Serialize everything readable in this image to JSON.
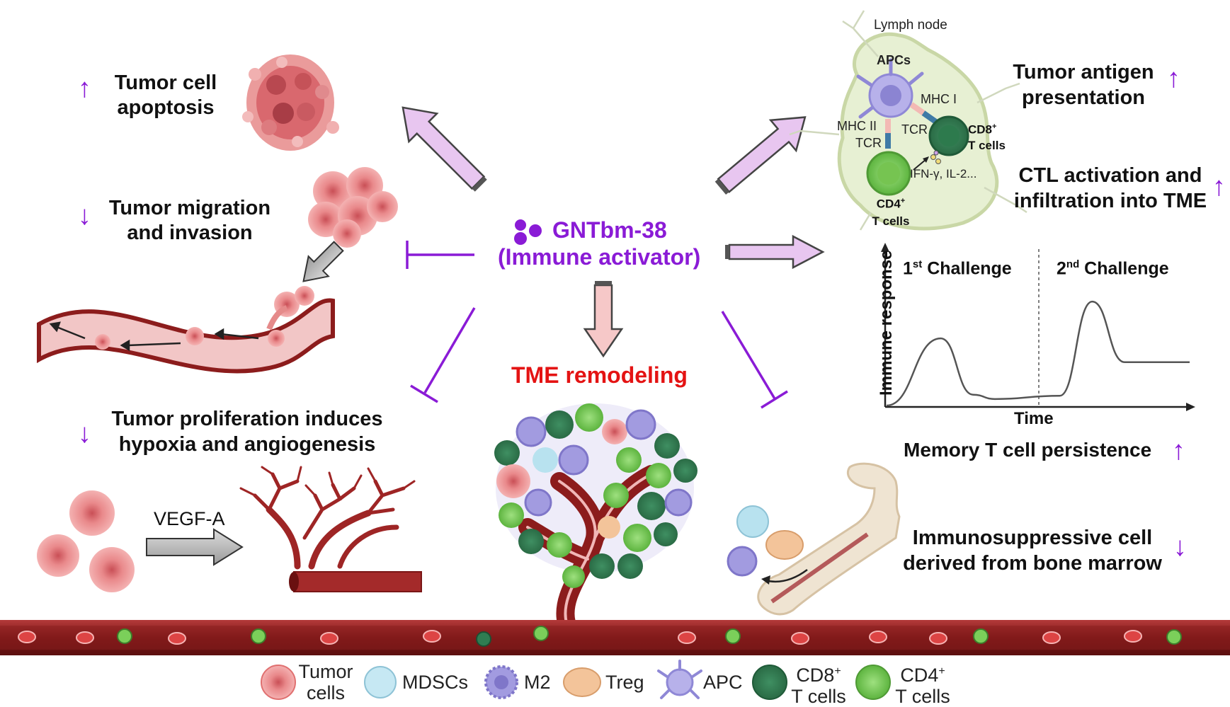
{
  "center": {
    "title": "GNTbm-38",
    "subtitle": "(Immune activator)"
  },
  "tme": {
    "label": "TME remodeling"
  },
  "left": {
    "apoptosis": {
      "line1": "Tumor cell",
      "line2": "apoptosis"
    },
    "migration": {
      "line1": "Tumor migration",
      "line2": "and invasion"
    },
    "proliferation": {
      "line1": "Tumor proliferation induces",
      "line2": "hypoxia and angiogenesis"
    },
    "vegf": "VEGF-A"
  },
  "lymph": {
    "title": "Lymph node",
    "apcs": "APCs",
    "mhc1": "MHC I",
    "mhc2": "MHC II",
    "tcr_left": "TCR",
    "tcr_right": "TCR",
    "cd8_line1": "CD8",
    "cd8_sup": "+",
    "cd8_line2": "T cells",
    "cd4_line1": "CD4",
    "cd4_sup": "+",
    "cd4_line2": "T cells",
    "cytokines": "IFN-γ, IL-2..."
  },
  "right": {
    "antigen": {
      "line1": "Tumor antigen",
      "line2": "presentation"
    },
    "ctl": {
      "line1": "CTL activation and",
      "line2": "infiltration into TME"
    },
    "memory": "Memory T cell persistence",
    "immunosuppressive": {
      "line1": "Immunosuppressive cell",
      "line2": "derived from bone marrow"
    }
  },
  "chart": {
    "ylabel": "Immune response",
    "xlabel": "Time",
    "challenge1": {
      "num": "1",
      "sup": "st",
      "text": " Challenge"
    },
    "challenge2": {
      "num": "2",
      "sup": "nd",
      "text": " Challenge"
    }
  },
  "chart_data": {
    "type": "line",
    "xlabel": "Time",
    "ylabel": "Immune response",
    "annotations": [
      "1st Challenge",
      "2nd Challenge"
    ],
    "series": [
      {
        "values": [
          0,
          0.62,
          0.1,
          0.06,
          0.09,
          0.96,
          0.4,
          0.4
        ]
      }
    ],
    "x": [
      0,
      0.25,
      0.4,
      0.5,
      0.8,
      0.95,
      1.1,
      1.4
    ]
  },
  "legend": {
    "tumor": {
      "line1": "Tumor",
      "line2": "cells"
    },
    "mdsc": "MDSCs",
    "m2": "M2",
    "treg": "Treg",
    "apc": "APC",
    "cd8": {
      "line1": "CD8",
      "sup": "+",
      "line2": "T cells"
    },
    "cd4": {
      "line1": "CD4",
      "sup": "+",
      "line2": "T cells"
    }
  },
  "colors": {
    "purple": "#8a1bd6",
    "red": "#e41313",
    "arrow_fill": "#e6c5ef",
    "vessel": "#8c1c1c",
    "tumor": "#e87a7a",
    "cd8": "#2f7d52",
    "cd4": "#7bcf5a",
    "m2": "#a29be0",
    "mdsc": "#b8e2ef",
    "treg": "#f3c49a"
  }
}
